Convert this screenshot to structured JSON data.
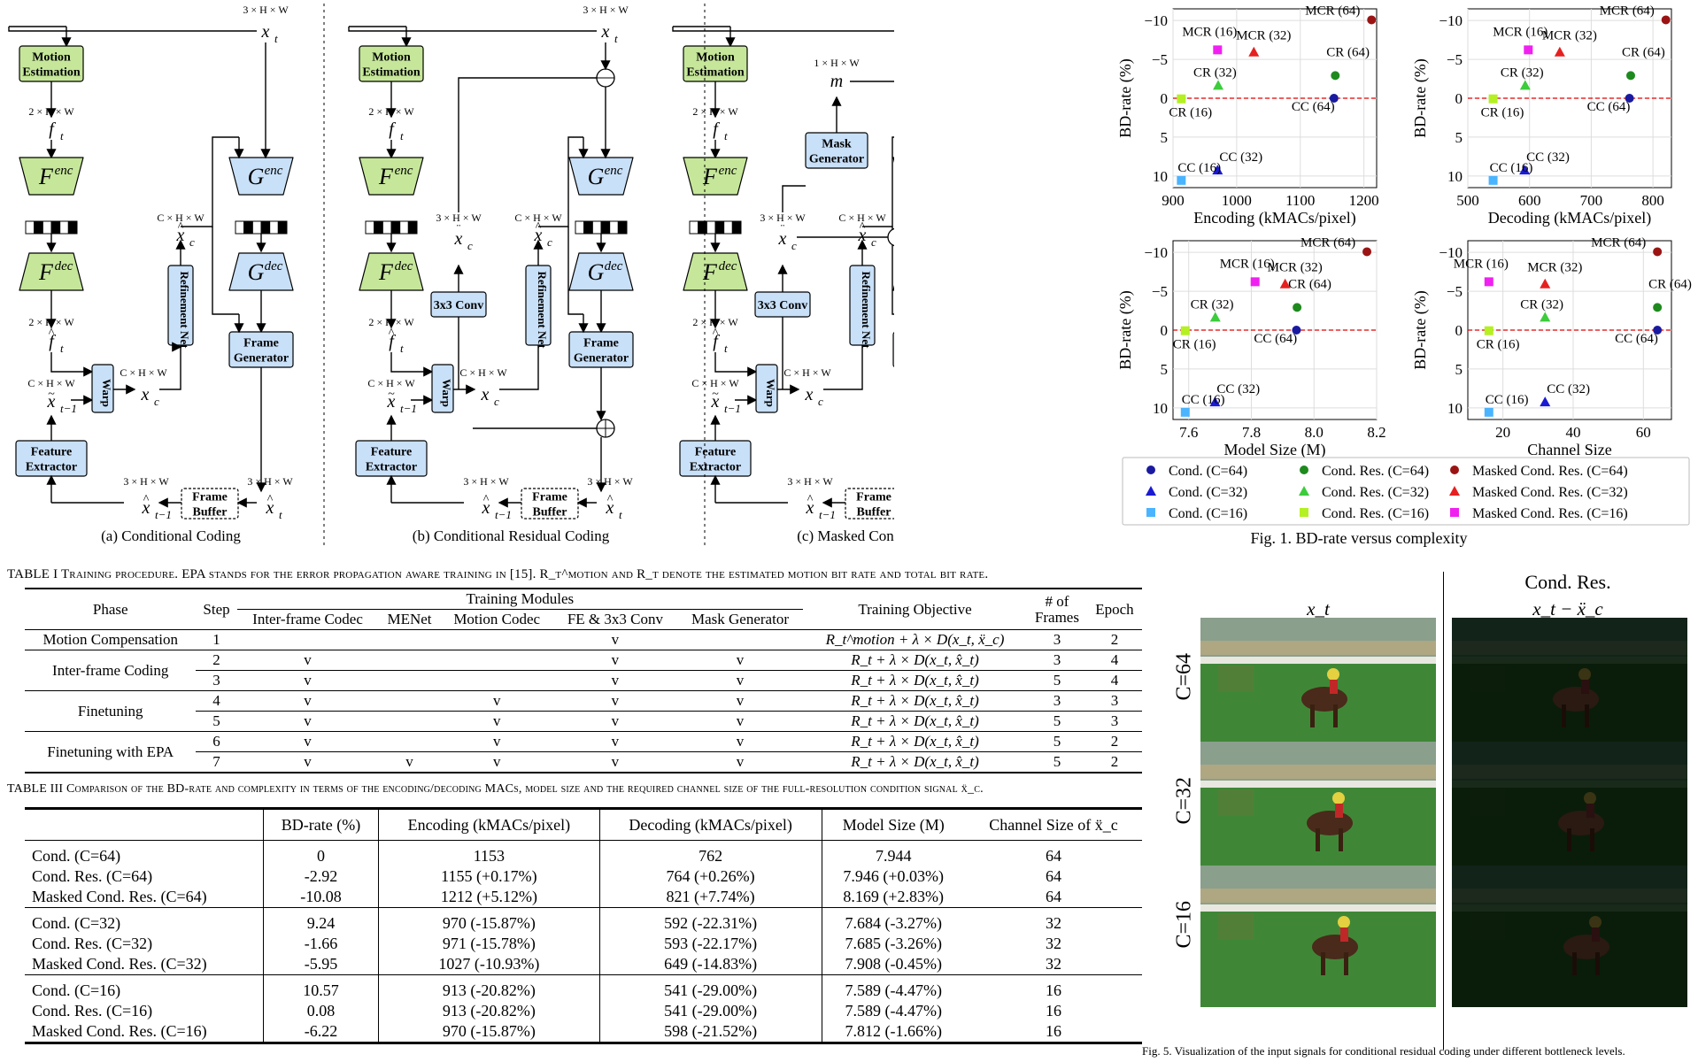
{
  "diagram": {
    "captions": [
      "(a) Conditional Coding",
      "(b) Conditional Residual Coding",
      "(c) Masked Conditional Residual Coding"
    ],
    "blocks": {
      "motion_estimation": [
        "Motion",
        "Estimation"
      ],
      "feature_extractor": [
        "Feature",
        "Extractor"
      ],
      "frame_generator": [
        "Frame",
        "Generator"
      ],
      "frame_buffer": [
        "Frame",
        "Buffer"
      ],
      "mask_generator": [
        "Mask",
        "Generator"
      ],
      "refinement_net": [
        "Refinement",
        "Net"
      ],
      "warp": "Warp",
      "conv": "3x3 Conv",
      "fenc": "F",
      "fenc_sup": "enc",
      "fdec": "F",
      "fdec_sup": "dec",
      "genc": "G",
      "genc_sup": "enc",
      "gdec": "G",
      "gdec_sup": "dec"
    },
    "dims": {
      "three_hw": "3 × H × W",
      "two_hw": "2 × H × W",
      "c_hw": "C × H × W",
      "one_hw": "1 × H × W"
    },
    "symbols": {
      "xt": "x",
      "ft": "f",
      "xc": "x",
      "m": "m"
    }
  },
  "fig1": {
    "caption": "Fig. 1.  BD-rate versus complexity",
    "subplots": [
      {
        "xlabel": "Encoding (kMACs/pixel)",
        "ylabel": "BD-rate (%)",
        "xticks": [
          "900",
          "1000",
          "1100",
          "1200"
        ],
        "yticks": [
          "−10",
          "−5",
          "0",
          "5",
          "10"
        ]
      },
      {
        "xlabel": "Decoding (kMACs/pixel)",
        "ylabel": "BD-rate (%)",
        "xticks": [
          "500",
          "600",
          "700",
          "800"
        ],
        "yticks": [
          "−10",
          "−5",
          "0",
          "5",
          "10"
        ]
      },
      {
        "xlabel": "Model Size (M)",
        "ylabel": "BD-rate (%)",
        "xticks": [
          "7.6",
          "7.8",
          "8.0",
          "8.2"
        ],
        "yticks": [
          "−10",
          "−5",
          "0",
          "5",
          "10"
        ]
      },
      {
        "xlabel": "Channel Size",
        "ylabel": "BD-rate (%)",
        "xticks": [
          "20",
          "40",
          "60"
        ],
        "yticks": [
          "−10",
          "−5",
          "0",
          "5",
          "10"
        ]
      }
    ],
    "legend": [
      "Cond. (C=64)",
      "Cond. Res. (C=64)",
      "Masked Cond. Res. (C=64)",
      "Cond. (C=32)",
      "Cond. Res. (C=32)",
      "Masked Cond. Res. (C=32)",
      "Cond. (C=16)",
      "Cond. Res. (C=16)",
      "Masked Cond. Res. (C=16)"
    ],
    "point_labels": [
      "MCR (64)",
      "MCR (32)",
      "MCR (16)",
      "CR (64)",
      "CR (32)",
      "CR (16)",
      "CC (64)",
      "CC (32)",
      "CC (16)"
    ]
  },
  "chart_data": [
    {
      "type": "scatter",
      "xlabel": "Encoding (kMACs/pixel)",
      "ylabel": "BD-rate (%)",
      "xlim": [
        900,
        1220
      ],
      "ylim": [
        11.5,
        -11.5
      ],
      "series": [
        {
          "name": "Cond. (C=64)",
          "x": [
            1153
          ],
          "y": [
            0
          ]
        },
        {
          "name": "Cond. Res. (C=64)",
          "x": [
            1155
          ],
          "y": [
            -2.92
          ]
        },
        {
          "name": "Masked Cond. Res. (C=64)",
          "x": [
            1212
          ],
          "y": [
            -10.08
          ]
        },
        {
          "name": "Cond. (C=32)",
          "x": [
            970
          ],
          "y": [
            9.24
          ]
        },
        {
          "name": "Cond. Res. (C=32)",
          "x": [
            971
          ],
          "y": [
            -1.66
          ]
        },
        {
          "name": "Masked Cond. Res. (C=32)",
          "x": [
            1027
          ],
          "y": [
            -5.95
          ]
        },
        {
          "name": "Cond. (C=16)",
          "x": [
            913
          ],
          "y": [
            10.57
          ]
        },
        {
          "name": "Cond. Res. (C=16)",
          "x": [
            913
          ],
          "y": [
            0.08
          ]
        },
        {
          "name": "Masked Cond. Res. (C=16)",
          "x": [
            970
          ],
          "y": [
            -6.22
          ]
        }
      ]
    },
    {
      "type": "scatter",
      "xlabel": "Decoding (kMACs/pixel)",
      "ylabel": "BD-rate (%)",
      "xlim": [
        500,
        830
      ],
      "ylim": [
        11.5,
        -11.5
      ],
      "series": [
        {
          "name": "Cond. (C=64)",
          "x": [
            762
          ],
          "y": [
            0
          ]
        },
        {
          "name": "Cond. Res. (C=64)",
          "x": [
            764
          ],
          "y": [
            -2.92
          ]
        },
        {
          "name": "Masked Cond. Res. (C=64)",
          "x": [
            821
          ],
          "y": [
            -10.08
          ]
        },
        {
          "name": "Cond. (C=32)",
          "x": [
            592
          ],
          "y": [
            9.24
          ]
        },
        {
          "name": "Cond. Res. (C=32)",
          "x": [
            593
          ],
          "y": [
            -1.66
          ]
        },
        {
          "name": "Masked Cond. Res. (C=32)",
          "x": [
            649
          ],
          "y": [
            -5.95
          ]
        },
        {
          "name": "Cond. (C=16)",
          "x": [
            541
          ],
          "y": [
            10.57
          ]
        },
        {
          "name": "Cond. Res. (C=16)",
          "x": [
            541
          ],
          "y": [
            0.08
          ]
        },
        {
          "name": "Masked Cond. Res. (C=16)",
          "x": [
            598
          ],
          "y": [
            -6.22
          ]
        }
      ]
    },
    {
      "type": "scatter",
      "xlabel": "Model Size (M)",
      "ylabel": "BD-rate (%)",
      "xlim": [
        7.55,
        8.2
      ],
      "ylim": [
        11.5,
        -11.5
      ],
      "series": [
        {
          "name": "Cond. (C=64)",
          "x": [
            7.944
          ],
          "y": [
            0
          ]
        },
        {
          "name": "Cond. Res. (C=64)",
          "x": [
            7.946
          ],
          "y": [
            -2.92
          ]
        },
        {
          "name": "Masked Cond. Res. (C=64)",
          "x": [
            8.169
          ],
          "y": [
            -10.08
          ]
        },
        {
          "name": "Cond. (C=32)",
          "x": [
            7.684
          ],
          "y": [
            9.24
          ]
        },
        {
          "name": "Cond. Res. (C=32)",
          "x": [
            7.685
          ],
          "y": [
            -1.66
          ]
        },
        {
          "name": "Masked Cond. Res. (C=32)",
          "x": [
            7.908
          ],
          "y": [
            -5.95
          ]
        },
        {
          "name": "Cond. (C=16)",
          "x": [
            7.589
          ],
          "y": [
            10.57
          ]
        },
        {
          "name": "Cond. Res. (C=16)",
          "x": [
            7.589
          ],
          "y": [
            0.08
          ]
        },
        {
          "name": "Masked Cond. Res. (C=16)",
          "x": [
            7.812
          ],
          "y": [
            -6.22
          ]
        }
      ]
    },
    {
      "type": "scatter",
      "xlabel": "Channel Size",
      "ylabel": "BD-rate (%)",
      "xlim": [
        10,
        68
      ],
      "ylim": [
        11.5,
        -11.5
      ],
      "series": [
        {
          "name": "Cond. (C=64)",
          "x": [
            64
          ],
          "y": [
            0
          ]
        },
        {
          "name": "Cond. Res. (C=64)",
          "x": [
            64
          ],
          "y": [
            -2.92
          ]
        },
        {
          "name": "Masked Cond. Res. (C=64)",
          "x": [
            64
          ],
          "y": [
            -10.08
          ]
        },
        {
          "name": "Cond. (C=32)",
          "x": [
            32
          ],
          "y": [
            9.24
          ]
        },
        {
          "name": "Cond. Res. (C=32)",
          "x": [
            32
          ],
          "y": [
            -1.66
          ]
        },
        {
          "name": "Masked Cond. Res. (C=32)",
          "x": [
            32
          ],
          "y": [
            -5.95
          ]
        },
        {
          "name": "Cond. (C=16)",
          "x": [
            16
          ],
          "y": [
            10.57
          ]
        },
        {
          "name": "Cond. Res. (C=16)",
          "x": [
            16
          ],
          "y": [
            0.08
          ]
        },
        {
          "name": "Masked Cond. Res. (C=16)",
          "x": [
            16
          ],
          "y": [
            -6.22
          ]
        }
      ]
    }
  ],
  "colors": {
    "c64_cond": "#1a1aa0",
    "c64_res": "#1e8a1e",
    "c64_mcr": "#9b1414",
    "c32_cond": "#1a1ad2",
    "c32_res": "#3ccc3c",
    "c32_mcr": "#e62020",
    "c16_cond": "#4ab4ff",
    "c16_res": "#b4f022",
    "c16_mcr": "#f020f0",
    "refline": "#e00000"
  },
  "table1": {
    "caption": "TABLE I  Training procedure. EPA stands for the error propagation aware training in [15]. R_t^motion and R_t denote the estimated motion bit rate and total bit rate.",
    "headers": {
      "phase": "Phase",
      "step": "Step",
      "modules": "Training Modules",
      "sub": [
        "Inter-frame Codec",
        "MENet",
        "Motion Codec",
        "FE & 3x3 Conv",
        "Mask Generator"
      ],
      "objective": "Training Objective",
      "frames": "# of Frames",
      "epoch": "Epoch"
    },
    "rows": [
      {
        "phase": "Motion Compensation",
        "step": "1",
        "marks": [
          "",
          "",
          "",
          "v",
          ""
        ],
        "objective": "R_t^motion + λ × D(x_t, ẍ_c)",
        "frames": "3",
        "epoch": "2"
      },
      {
        "phase": "Inter-frame Coding",
        "step": "2",
        "marks": [
          "v",
          "",
          "",
          "v",
          "v"
        ],
        "objective": "R_t + λ × D(x_t, x̂_t)",
        "frames": "3",
        "epoch": "4"
      },
      {
        "phase": "",
        "step": "3",
        "marks": [
          "v",
          "",
          "",
          "v",
          "v"
        ],
        "objective": "R_t + λ × D(x_t, x̂_t)",
        "frames": "5",
        "epoch": "4"
      },
      {
        "phase": "Finetuning",
        "step": "4",
        "marks": [
          "v",
          "",
          "v",
          "v",
          "v"
        ],
        "objective": "R_t + λ × D(x_t, x̂_t)",
        "frames": "3",
        "epoch": "3"
      },
      {
        "phase": "",
        "step": "5",
        "marks": [
          "v",
          "",
          "v",
          "v",
          "v"
        ],
        "objective": "R_t + λ × D(x_t, x̂_t)",
        "frames": "5",
        "epoch": "3"
      },
      {
        "phase": "Finetuning with EPA",
        "step": "6",
        "marks": [
          "v",
          "",
          "v",
          "v",
          "v"
        ],
        "objective": "R_t + λ × D(x_t, x̂_t)",
        "frames": "5",
        "epoch": "2"
      },
      {
        "phase": "",
        "step": "7",
        "marks": [
          "v",
          "v",
          "v",
          "v",
          "v"
        ],
        "objective": "R_t + λ × D(x_t, x̂_t)",
        "frames": "5",
        "epoch": "2"
      }
    ]
  },
  "table3": {
    "caption": "TABLE III  Comparison of the BD-rate and complexity in terms of the encoding/decoding MACs, model size and the required channel size of the full-resolution condition signal ẍ_c.",
    "headers": [
      "",
      "BD-rate (%)",
      "Encoding (kMACs/pixel)",
      "Decoding (kMACs/pixel)",
      "Model Size (M)",
      "Channel Size of ẍ_c"
    ],
    "groups": [
      [
        [
          "Cond. (C=64)",
          "0",
          "1153",
          "762",
          "7.944",
          "64"
        ],
        [
          "Cond. Res. (C=64)",
          "-2.92",
          "1155 (+0.17%)",
          "764 (+0.26%)",
          "7.946 (+0.03%)",
          "64"
        ],
        [
          "Masked Cond. Res. (C=64)",
          "-10.08",
          "1212 (+5.12%)",
          "821 (+7.74%)",
          "8.169 (+2.83%)",
          "64"
        ]
      ],
      [
        [
          "Cond. (C=32)",
          "9.24",
          "970 (-15.87%)",
          "592 (-22.31%)",
          "7.684 (-3.27%)",
          "32"
        ],
        [
          "Cond. Res. (C=32)",
          "-1.66",
          "971 (-15.78%)",
          "593 (-22.17%)",
          "7.685 (-3.26%)",
          "32"
        ],
        [
          "Masked Cond. Res. (C=32)",
          "-5.95",
          "1027 (-10.93%)",
          "649 (-14.83%)",
          "7.908 (-0.45%)",
          "32"
        ]
      ],
      [
        [
          "Cond. (C=16)",
          "10.57",
          "913 (-20.82%)",
          "541 (-29.00%)",
          "7.589 (-4.47%)",
          "16"
        ],
        [
          "Cond. Res. (C=16)",
          "0.08",
          "913 (-20.82%)",
          "541 (-29.00%)",
          "7.589 (-4.47%)",
          "16"
        ],
        [
          "Masked Cond. Res. (C=16)",
          "-6.22",
          "970 (-15.87%)",
          "598 (-21.52%)",
          "7.812 (-1.66%)",
          "16"
        ]
      ]
    ]
  },
  "fig5": {
    "col_header_top": "Cond. Res.",
    "col1_label": "x_t",
    "col2_label": "x_t − ẍ_c",
    "row_labels": [
      "C=64",
      "C=32",
      "C=16"
    ],
    "caption": "Fig. 5.  Visualization of the input signals for conditional residual coding under different bottleneck levels."
  }
}
